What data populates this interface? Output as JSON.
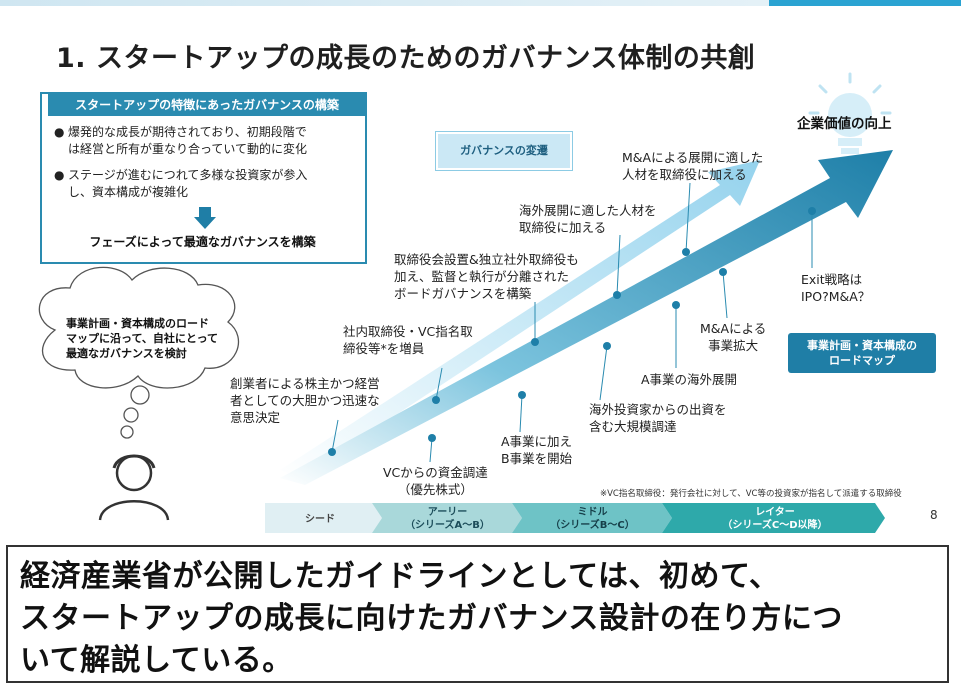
{
  "slide": {
    "title": "1. スタートアップの成長のためのガバナンス体制の共創",
    "feature_box": {
      "heading": "スタートアップの特徴にあったガバナンスの構築",
      "bullets": [
        "爆発的な成長が期待されており、初期段階で",
        "は経営と所有が重なり合っていて動的に変化",
        "ステージが進むにつれて多様な投資家が参入",
        "し、資本構成が複雑化"
      ],
      "bullet_mark": "●",
      "conclusion": "フェーズによって最適なガバナンスを構築"
    },
    "cloud": {
      "lines": [
        "事業計画・資本構成のロード",
        "マップに沿って、自社にとって",
        "最適なガバナンスを検討"
      ]
    },
    "governance_label": "ガバナンスの変遷",
    "roadmap_label": [
      "事業計画・資本構成の",
      "ロードマップ"
    ],
    "corporate_value": "企業価値の向上",
    "governance_annotations": [
      [
        "創業者による株主かつ経営",
        "者としての大胆かつ迅速な",
        "意思決定"
      ],
      [
        "社内取締役・VC指名取",
        "締役等*を増員"
      ],
      [
        "取締役会設置&独立社外取締役も",
        "加え、監督と執行が分離された",
        "ボードガバナンスを構築"
      ],
      [
        "海外展開に適した人材を",
        "取締役に加える"
      ],
      [
        "M&Aによる展開に適した",
        "人材を取締役に加える"
      ]
    ],
    "roadmap_annotations": [
      [
        "VCからの資金調達",
        "（優先株式）"
      ],
      [
        "A事業に加え",
        "B事業を開始"
      ],
      [
        "海外投資家からの出資を",
        "含む大規模調達"
      ],
      [
        "A事業の海外展開"
      ],
      [
        "M&Aによる",
        "事業拡大"
      ],
      [
        "Exit戦略は",
        "IPO?M&A？"
      ]
    ],
    "footnote": "※VC指名取締役：発行会社に対して、VC等の投資家が指名して派遣する取締役",
    "page_number": "8",
    "stages": [
      {
        "name": "シード",
        "sub": ""
      },
      {
        "name": "アーリー",
        "sub": "（シリーズA～B）"
      },
      {
        "name": "ミドル",
        "sub": "（シリーズB～C）"
      },
      {
        "name": "レイター",
        "sub": "（シリーズC～D以降）"
      }
    ],
    "colors": {
      "accent": "#2a8bb0",
      "dark_arrow": "#1f7ea6",
      "light_arrow": "#9fd8ef"
    }
  },
  "caption": {
    "lines": [
      "経済産業省が公開したガイドラインとしては、初めて、",
      "スタートアップの成長に向けたガバナンス設計の在り方につ",
      "いて解説している。"
    ]
  }
}
